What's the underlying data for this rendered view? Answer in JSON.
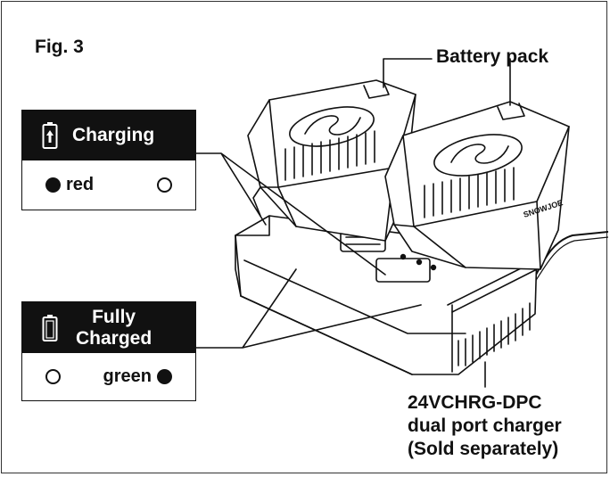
{
  "figure": {
    "label": "Fig. 3"
  },
  "callouts": {
    "battery_pack": "Battery pack",
    "charger_model": "24VCHRG-DPC",
    "charger_desc": "dual port charger",
    "charger_note": "(Sold separately)"
  },
  "status_charging": {
    "title": "Charging",
    "indicator_label": "red",
    "icon": "battery-charging-icon",
    "left_light": "filled",
    "right_light": "off"
  },
  "status_full": {
    "title_line1": "Fully",
    "title_line2": "Charged",
    "indicator_label": "green",
    "icon": "battery-empty-outline-icon",
    "left_light": "off",
    "right_light": "filled"
  },
  "battery_brand_text": "SNOWJOE",
  "colors": {
    "ink": "#111111",
    "background": "#ffffff"
  }
}
